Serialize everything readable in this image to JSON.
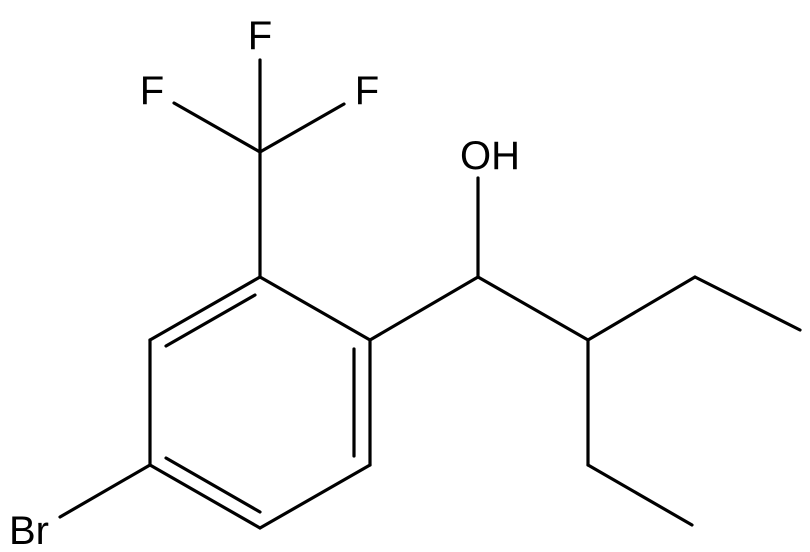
{
  "structure": {
    "atoms": {
      "f_top": "F",
      "f_left": "F",
      "f_right": "F",
      "hydroxyl": "OH",
      "bromine": "Br"
    }
  },
  "colors": {
    "bond": "#000000",
    "label": "#000000",
    "background": "#ffffff"
  }
}
